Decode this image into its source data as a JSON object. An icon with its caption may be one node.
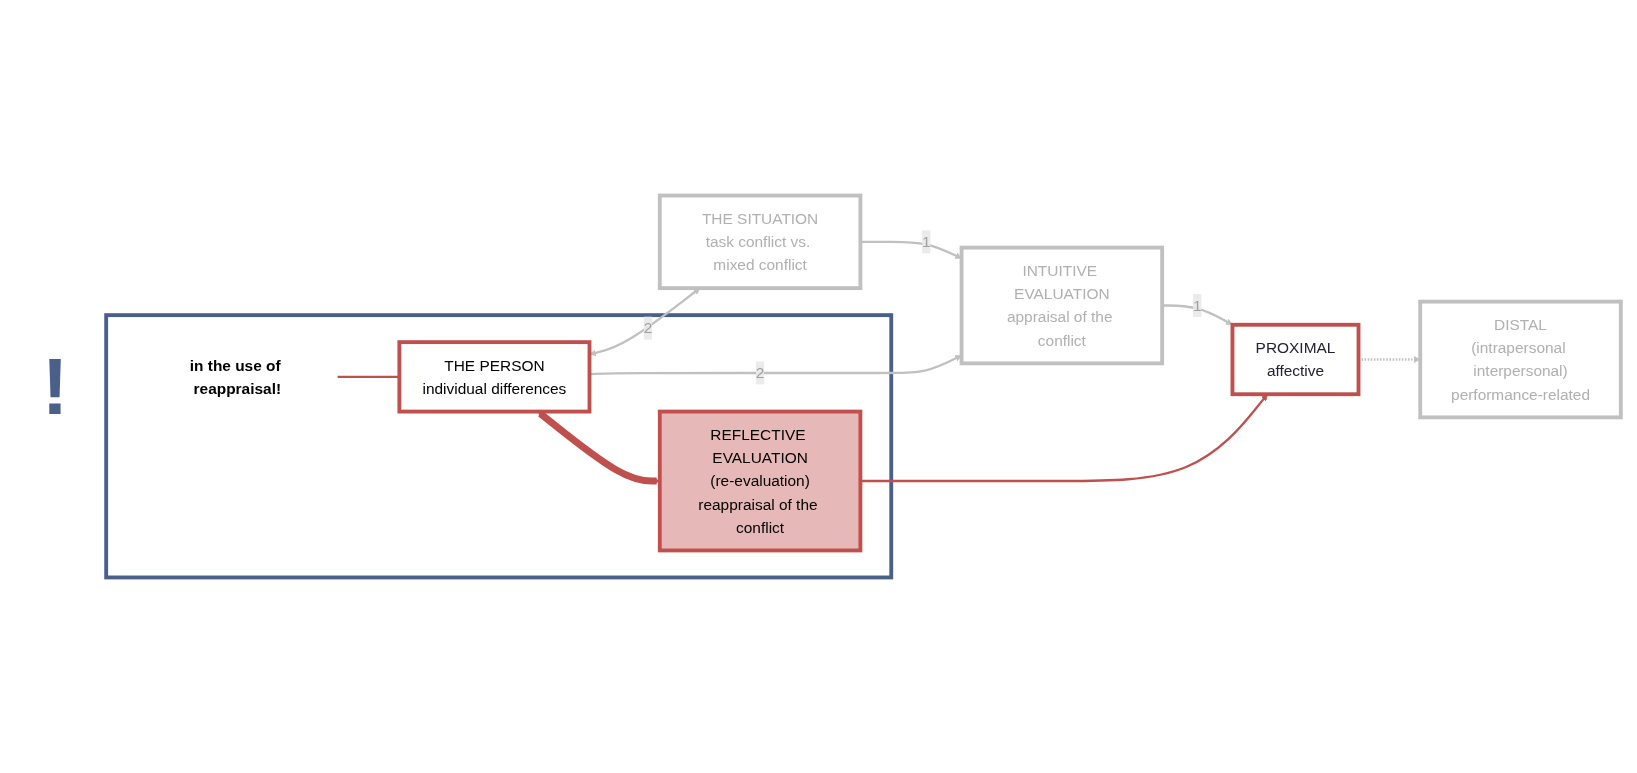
{
  "diagram": {
    "nodes": [
      {
        "text": [
          "THE SITUATION",
          "task conflict vs. mixed conflict"
        ]
      },
      {
        "text": [
          "INTUITIVE EVALUATION",
          "appraisal of the conflict"
        ]
      },
      {
        "text": [
          "PROXIMAL",
          "affective"
        ]
      },
      {
        "text": [],
        "shape": "box"
      },
      {
        "text": [
          "THE PERSON",
          "individual differences"
        ],
        "in": 3
      },
      {
        "text": [
          "REFLECTIVE EVALUATION",
          "(re-evaluation)",
          "reappraisal of the conflict"
        ],
        "in": 3
      },
      {
        "text": [
          "DISTAL",
          "(intrapersonal interpersonal)",
          "performance-related"
        ]
      },
      {
        "text": [
          "in the use of reappraisal!"
        ],
        "in": 3
      }
    ],
    "edges": [
      {
        "from": 0,
        "to": 1,
        "arrow": "to",
        "label": "1"
      },
      {
        "from": 1,
        "to": 2,
        "arrow": "to",
        "label": "1"
      },
      {
        "from": 4,
        "to": 0,
        "arrow": "both",
        "label": "2"
      },
      {
        "from": 4,
        "to": 1,
        "arrow": "to",
        "label": "2"
      },
      {
        "from": 5,
        "to": 2,
        "arrow": "to",
        "color": "#c0504d"
      },
      {
        "from": 4,
        "to": 5,
        "arrow": "both",
        "style": "thick",
        "color": "#c0504d"
      },
      {
        "from": 2,
        "to": 6,
        "arrow": "to",
        "style": "dashed"
      },
      {
        "from": 7,
        "to": 4,
        "arrow": "none",
        "color": "#c0504d"
      }
    ],
    "labels": [
      "!"
    ]
  }
}
